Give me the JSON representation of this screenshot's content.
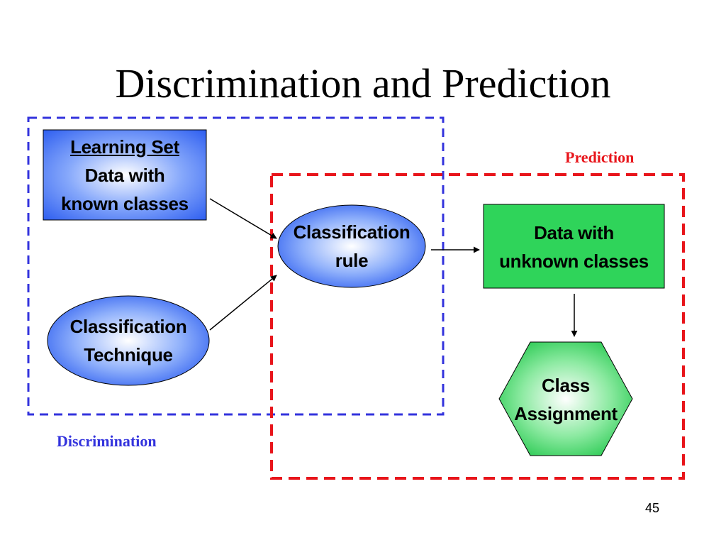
{
  "slide": {
    "title": "Discrimination and Prediction",
    "page_number": "45"
  },
  "regions": {
    "discrimination": {
      "label": "Discrimination",
      "color": "#3333dd"
    },
    "prediction": {
      "label": "Prediction",
      "color": "#e8151b"
    }
  },
  "nodes": {
    "learning_set": {
      "heading": "Learning Set",
      "line1": "Data with",
      "line2": "known classes",
      "fill": "#3b6ff5"
    },
    "classification_technique": {
      "line1": "Classification",
      "line2": "Technique",
      "fill": "#3b6ff5"
    },
    "classification_rule": {
      "line1": "Classification",
      "line2": "rule",
      "fill": "#3b6ff5"
    },
    "unknown_data": {
      "line1": "Data with",
      "line2": "unknown classes",
      "fill": "#2fd45a"
    },
    "class_assignment": {
      "line1": "Class",
      "line2": "Assignment",
      "fill": "#2fd45a"
    }
  }
}
